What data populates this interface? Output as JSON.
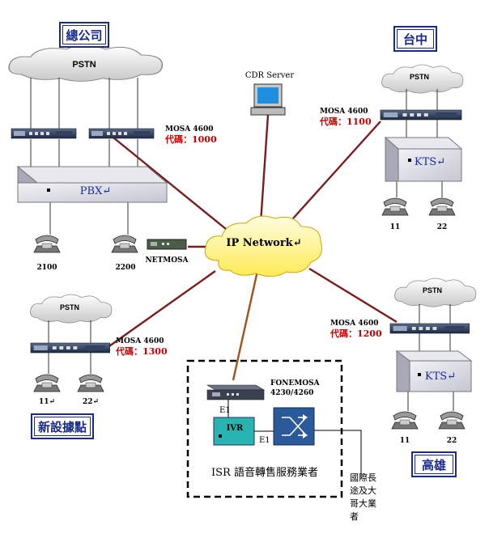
{
  "sites": {
    "hq": "總公司",
    "taichung": "台中",
    "kaohsiung": "高雄",
    "new_site": "新設據點"
  },
  "clouds": {
    "pstn": "PSTN",
    "ip_network": "IP Network↵"
  },
  "devices": {
    "cdr_server": "CDR Server",
    "pbx": "PBX↵",
    "kts": "KTS↵",
    "netmosa": "NETMOSA",
    "fonemosa": "FONEMOSA",
    "fonemosa_model": "4230/4260",
    "ivr": "IVR",
    "e1": "E1",
    "mosa": "MOSA 4600"
  },
  "codes": {
    "hq": "代碼：1000",
    "taichung": "代碼：1100",
    "kaohsiung": "代碼：1200",
    "new_site": "代碼：1300"
  },
  "extensions": {
    "hq_a": "2100",
    "hq_b": "2200",
    "tc_a": "11",
    "tc_b": "22",
    "ks_a": "11",
    "ks_b": "22",
    "ns_a": "11↵",
    "ns_b": "22↵"
  },
  "isr_title": "ISR 語音轉售服務業者",
  "carrier": [
    "國際長",
    "途及大",
    "哥大業",
    "者"
  ],
  "colors": {
    "wan_link": "#7a1c1c",
    "isr_link": "#a0521e",
    "site_border": "#1a2a8a",
    "code_text": "#cc0000"
  }
}
